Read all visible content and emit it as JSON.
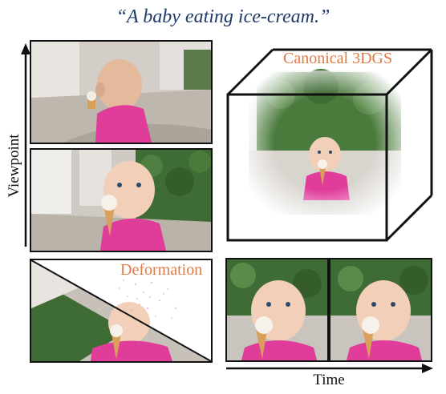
{
  "caption": "“A baby eating ice-cream.”",
  "labels": {
    "viewpoint": "Viewpoint",
    "time": "Time",
    "canonical": "Canonical 3DGS",
    "deformation": "Deformation"
  },
  "colors": {
    "caption": "#1f3a6b",
    "accent": "#e07a44",
    "shirt": "#e03c9a",
    "skin": "#f2cfb8",
    "hedge": "#3f6b34",
    "ground": "#c9c4bd",
    "cone": "#d9a05b"
  }
}
